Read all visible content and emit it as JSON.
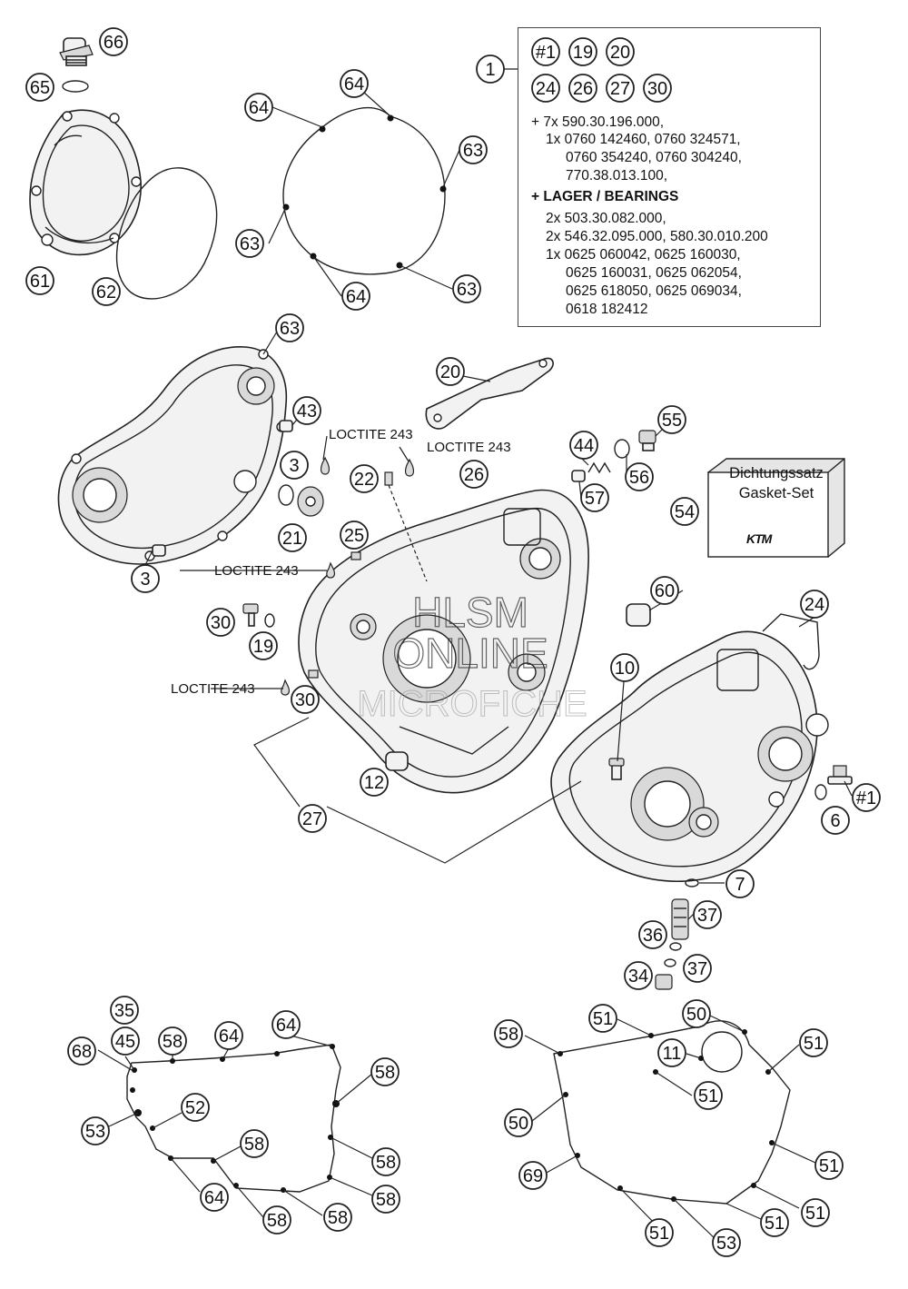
{
  "parts_box": {
    "refs_row1": [
      "#1",
      "19",
      "20"
    ],
    "refs_row2": [
      "24",
      "26",
      "27",
      "30"
    ],
    "lines": [
      {
        "text": "+ 7x 590.30.196.000,",
        "bold": false
      },
      {
        "text": "1x 0760 142460, 0760 324571,",
        "bold": false
      },
      {
        "text": "0760 354240, 0760 304240,",
        "bold": false
      },
      {
        "text": "770.38.013.100,",
        "bold": false
      },
      {
        "text": "+ LAGER / BEARINGS",
        "bold": true
      },
      {
        "text": "2x 503.30.082.000,",
        "bold": false
      },
      {
        "text": "2x 546.32.095.000, 580.30.010.200",
        "bold": false
      },
      {
        "text": "1x 0625 060042, 0625 160030,",
        "bold": false
      },
      {
        "text": "0625 160031, 0625 062054,",
        "bold": false
      },
      {
        "text": "0625 618050, 0625 069034,",
        "bold": false
      },
      {
        "text": "0618 182412",
        "bold": false
      }
    ]
  },
  "notes": {
    "loctite": "LOCTITE 243"
  },
  "gasket_set": {
    "line1": "Dichtungssatz",
    "line2": "Gasket-Set",
    "logo": "KTM"
  },
  "watermark": {
    "line1": "HLSM",
    "line2": "ONLINE",
    "line3": "MICROFICHE"
  },
  "callouts": [
    "1",
    "66",
    "65",
    "61",
    "62",
    "64",
    "64",
    "63",
    "63",
    "63",
    "64",
    "63",
    "43",
    "3",
    "3",
    "21",
    "22",
    "26",
    "25",
    "30",
    "30",
    "19",
    "20",
    "44",
    "55",
    "56",
    "57",
    "54",
    "60",
    "24",
    "10",
    "12",
    "27",
    "#1",
    "6",
    "7",
    "37",
    "36",
    "37",
    "34",
    "35",
    "68",
    "45",
    "58",
    "64",
    "64",
    "58",
    "53",
    "52",
    "58",
    "64",
    "58",
    "58",
    "58",
    "58",
    "58",
    "51",
    "50",
    "51",
    "11",
    "51",
    "50",
    "69",
    "51",
    "51",
    "51",
    "51",
    "53",
    "51"
  ]
}
